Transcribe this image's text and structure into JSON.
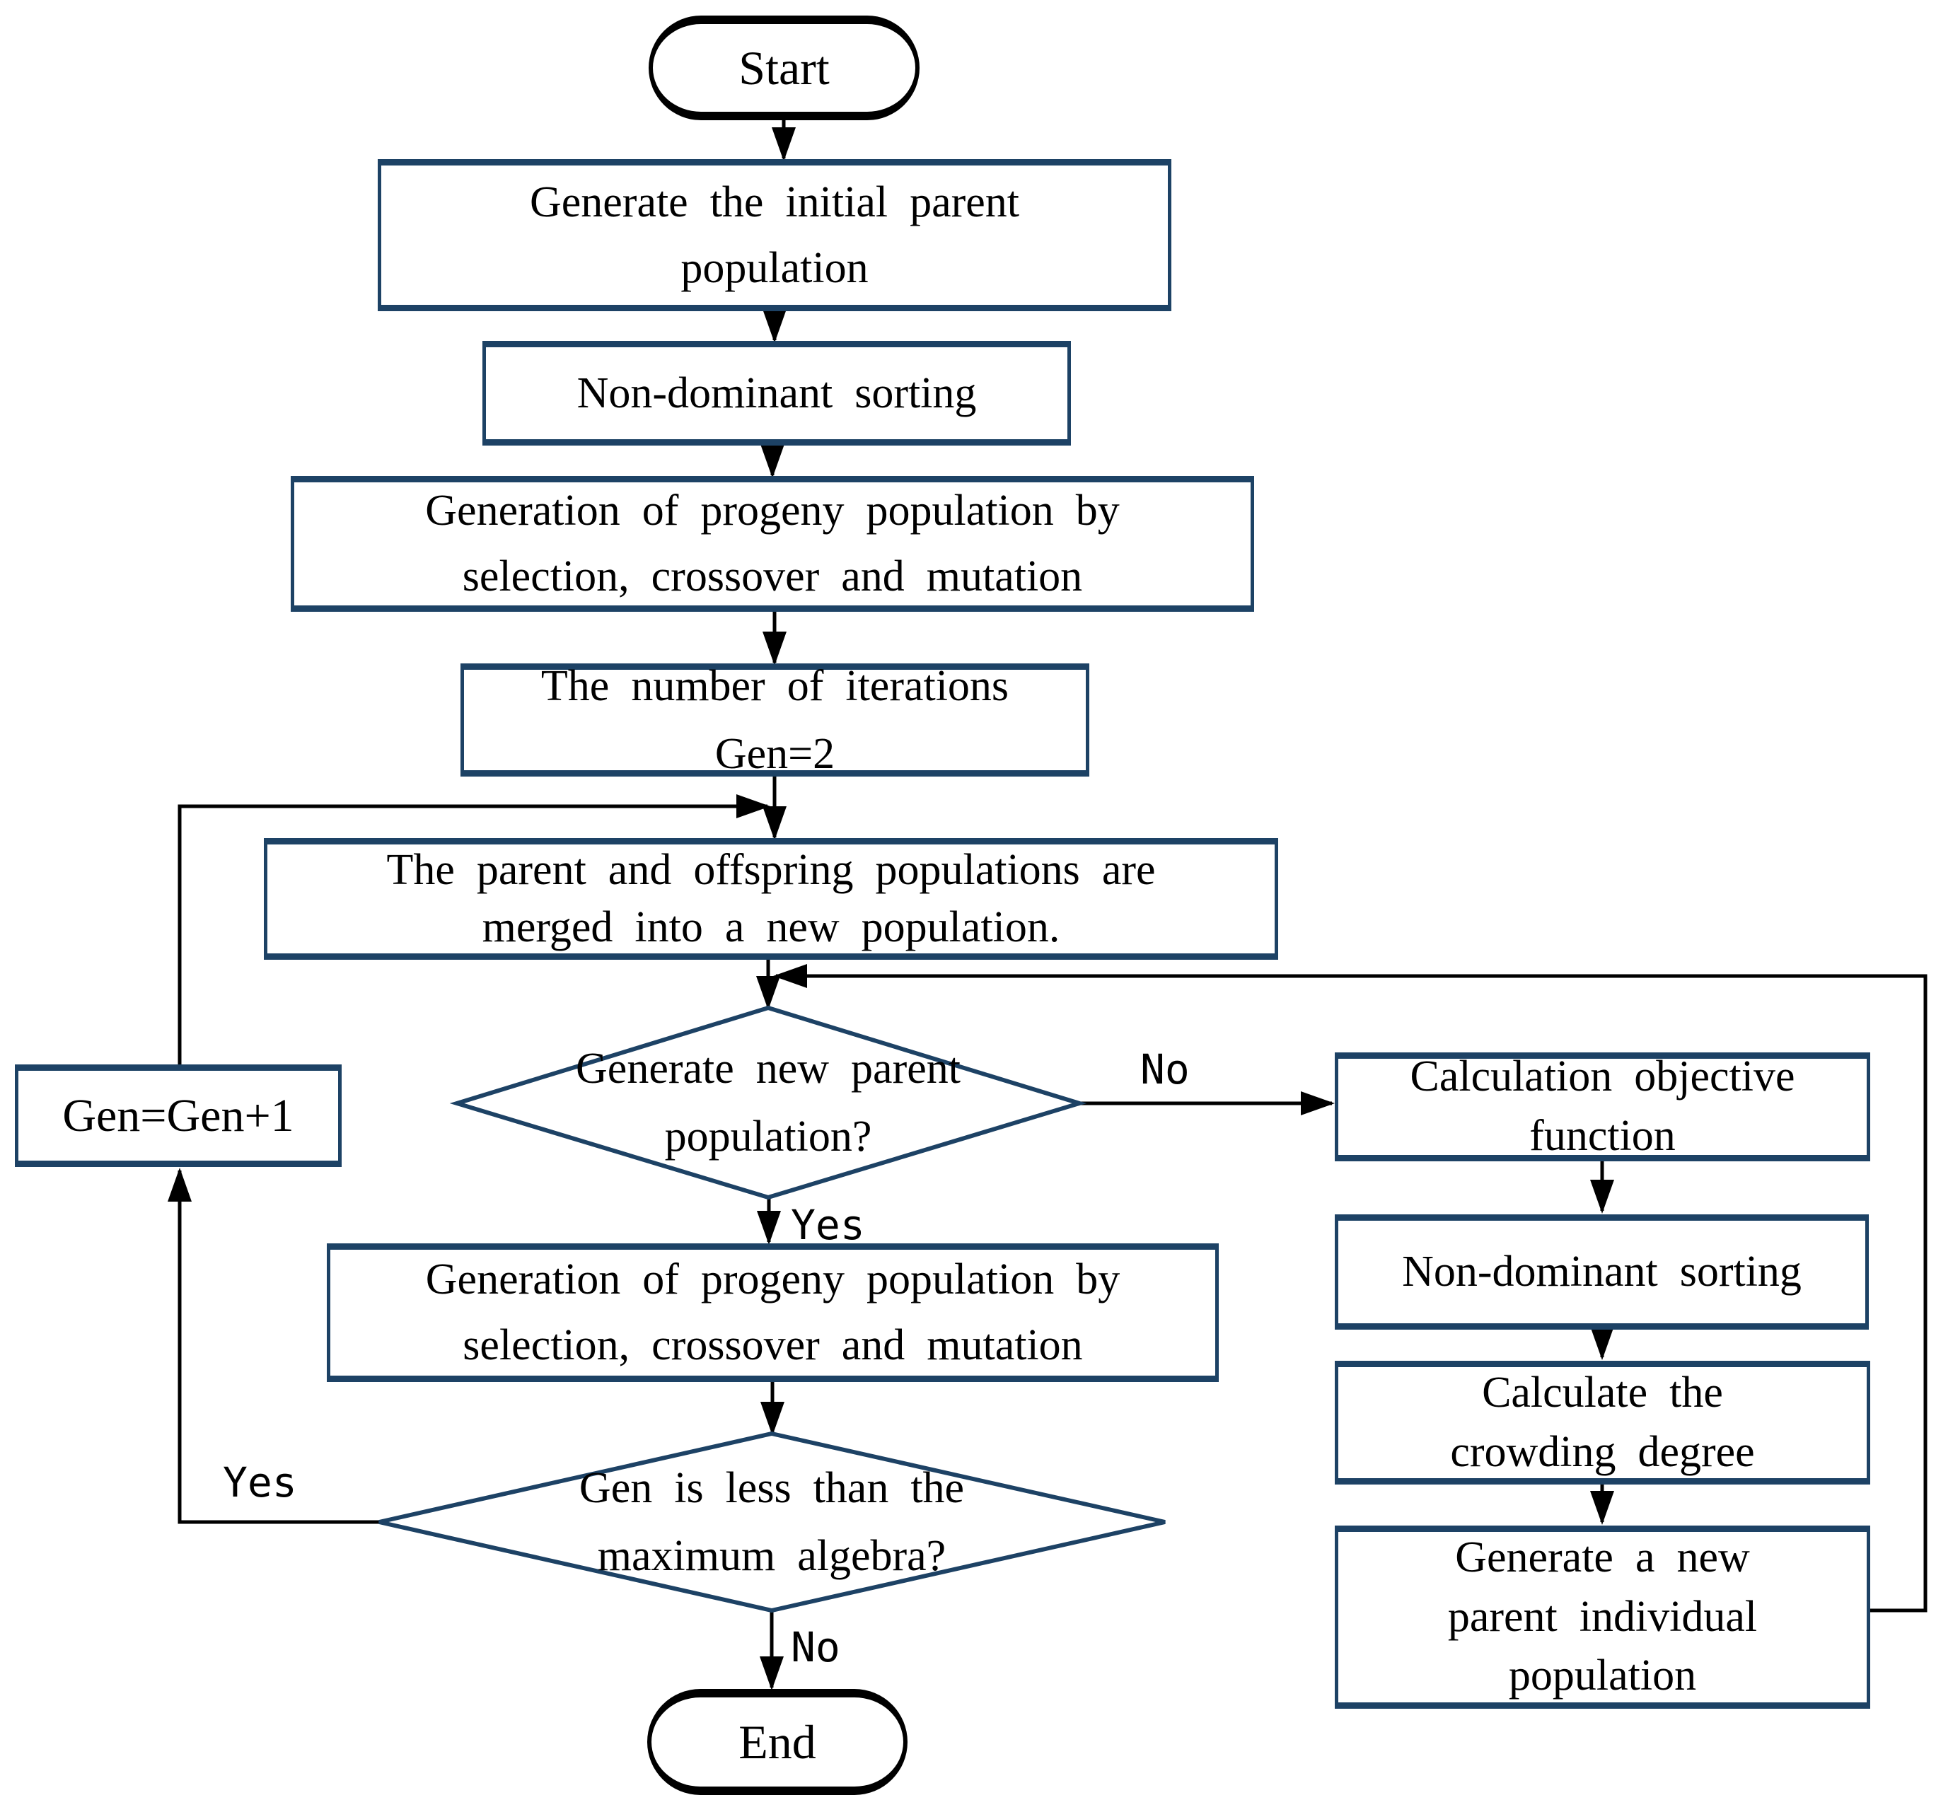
{
  "nodes": {
    "start": {
      "label": "Start"
    },
    "init_population": {
      "label": "Generate the initial parent\npopulation"
    },
    "non_dominant_sorting_1": {
      "label": "Non-dominant sorting"
    },
    "progeny_1": {
      "label": "Generation of progeny population by\nselection, crossover and mutation"
    },
    "iterations": {
      "label": "The number of iterations\nGen=2"
    },
    "merge": {
      "label": "The parent and offspring populations are\nmerged into a new population."
    },
    "decision_new_parent": {
      "label": "Generate new parent\npopulation?"
    },
    "progeny_2": {
      "label": "Generation of progeny population by\nselection, crossover and mutation"
    },
    "decision_max_gen": {
      "label": "Gen is less than the\nmaximum algebra?"
    },
    "gen_increment": {
      "label": "Gen=Gen+1"
    },
    "calc_objective": {
      "label": "Calculation objective\nfunction"
    },
    "non_dominant_sorting_2": {
      "label": "Non-dominant sorting"
    },
    "crowding_degree": {
      "label": "Calculate the\ncrowding degree"
    },
    "new_parent_population": {
      "label": "Generate a new\nparent individual\npopulation"
    },
    "end": {
      "label": "End"
    }
  },
  "edge_labels": {
    "decision_new_parent_no": "No",
    "decision_new_parent_yes": "Yes",
    "decision_max_gen_yes": "Yes",
    "decision_max_gen_no": "No"
  },
  "colors": {
    "box_border": "#1d4265",
    "terminal_border": "#000000",
    "arrow": "#000000",
    "text": "#000000",
    "background": "#ffffff"
  }
}
